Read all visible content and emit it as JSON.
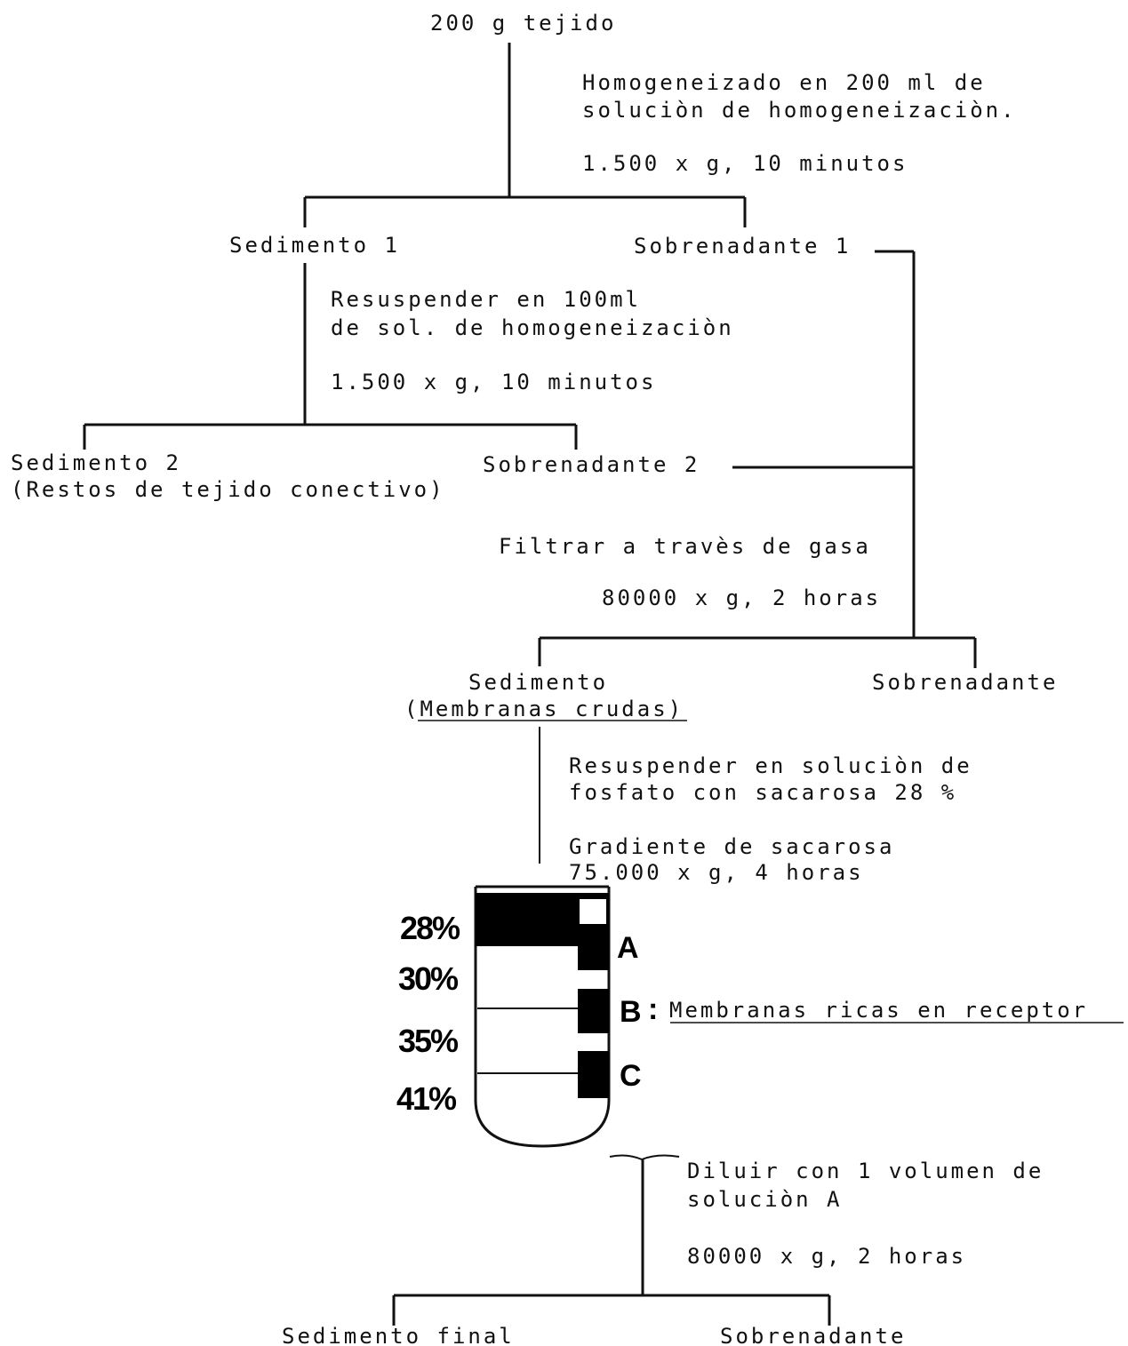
{
  "diagram": {
    "start": "200 g tejido",
    "step1": {
      "line1": "Homogeneizado en 200 ml de",
      "line2": "soluciòn de homogeneizaciòn.",
      "spin": "1.500 x g, 10 minutos"
    },
    "sedimento1": "Sedimento 1",
    "sobrenadante1": "Sobrenadante 1",
    "step2": {
      "line1": "Resuspender en 100ml",
      "line2": "de sol. de homogeneizaciòn",
      "spin": "1.500 x g, 10 minutos"
    },
    "sedimento2": "Sedimento 2",
    "sedimento2_note": "(Restos de tejido conectivo)",
    "sobrenadante2": "Sobrenadante 2",
    "step3": {
      "line1": "Filtrar a travès de gasa",
      "spin": "80000 x g, 2 horas"
    },
    "sedimento3": "Sedimento",
    "sedimento3_note_open": "(",
    "sedimento3_note": "Membranas crudas",
    "sedimento3_note_close": ")",
    "sobrenadante3": "Sobrenadante",
    "step4": {
      "line1": "Resuspender en soluciòn de",
      "line2": "fosfato con sacarosa 28 %",
      "line3": "Gradiente de sacarosa",
      "spin": "75.000 x g, 4 horas"
    },
    "gradient": {
      "levels": [
        "28%",
        "30%",
        "35%",
        "41%"
      ],
      "bands": [
        "A",
        "B",
        "C"
      ],
      "band_b_separator": ":",
      "band_b_label": "Membranas ricas en receptor"
    },
    "step5": {
      "line1": "Diluir con 1 volumen de",
      "line2": "soluciòn A",
      "spin": "80000 x g, 2 horas"
    },
    "sedimento_final": "Sedimento final",
    "sobrenadante_final": "Sobrenadante"
  }
}
